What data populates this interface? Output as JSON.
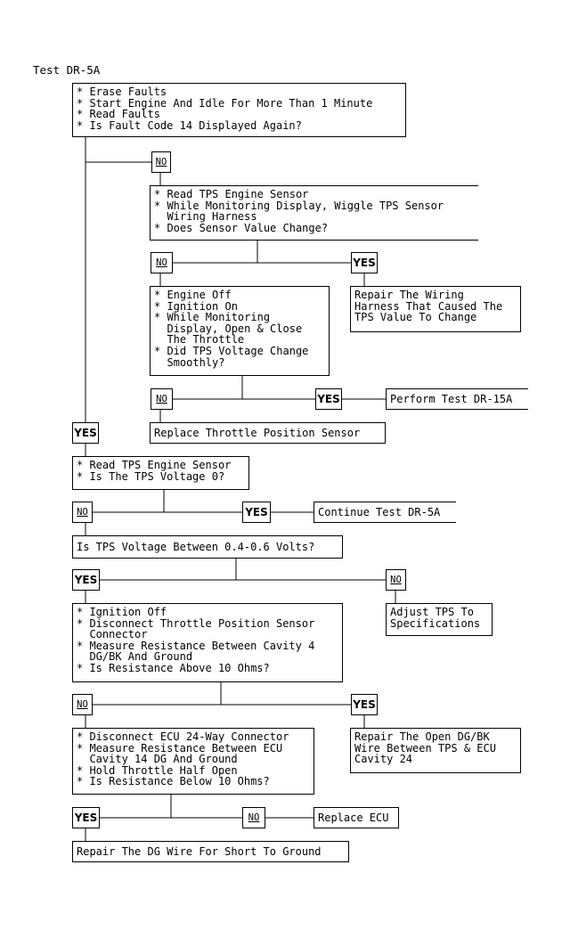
{
  "title": "Test DR-5A",
  "no_label": "NO",
  "yes_label": "YES",
  "boxes": [
    {
      "key": "b1",
      "lines": [
        "* Erase Faults",
        "* Start Engine And Idle For More Than 1 Minute",
        "* Read Faults",
        "* Is Fault Code 14 Displayed Again?"
      ]
    },
    {
      "key": "b2",
      "lines": [
        "* Read TPS Engine Sensor",
        "* While Monitoring Display, Wiggle TPS Sensor",
        "  Wiring Harness",
        "* Does Sensor Value Change?"
      ]
    },
    {
      "key": "b3",
      "lines": [
        "* Engine Off",
        "* Ignition On",
        "* While Monitoring",
        "  Display, Open & Close",
        "  The Throttle",
        "* Did TPS Voltage Change",
        "  Smoothly?"
      ]
    },
    {
      "key": "b4",
      "lines": [
        "Repair The Wiring",
        "Harness That Caused The",
        "TPS Value To Change"
      ]
    },
    {
      "key": "b5",
      "lines": [
        "Perform Test DR-15A"
      ]
    },
    {
      "key": "b6",
      "lines": [
        "Replace Throttle Position Sensor"
      ]
    },
    {
      "key": "b7",
      "lines": [
        "* Read TPS Engine Sensor",
        "* Is The TPS Voltage 0?"
      ]
    },
    {
      "key": "b8",
      "lines": [
        "Continue Test DR-5A"
      ]
    },
    {
      "key": "b9",
      "lines": [
        "Is TPS Voltage Between 0.4-0.6 Volts?"
      ]
    },
    {
      "key": "b10",
      "lines": [
        "Adjust TPS To",
        "Specifications"
      ]
    },
    {
      "key": "b11",
      "lines": [
        "* Ignition Off",
        "* Disconnect Throttle Position Sensor",
        "  Connector",
        "* Measure Resistance Between Cavity 4",
        "  DG/BK And Ground",
        "* Is Resistance Above 10 Ohms?"
      ]
    },
    {
      "key": "b12",
      "lines": [
        "Repair The Open DG/BK",
        "Wire Between TPS & ECU",
        "Cavity 24"
      ]
    },
    {
      "key": "b13",
      "lines": [
        "* Disconnect ECU 24-Way Connector",
        "* Measure Resistance Between ECU",
        "  Cavity 14 DG And Ground",
        "* Hold Throttle Half Open",
        "* Is Resistance Below 10 Ohms?"
      ]
    },
    {
      "key": "b14",
      "lines": [
        "Replace ECU"
      ]
    },
    {
      "key": "b15",
      "lines": [
        "Repair The DG Wire For Short To Ground"
      ]
    }
  ]
}
